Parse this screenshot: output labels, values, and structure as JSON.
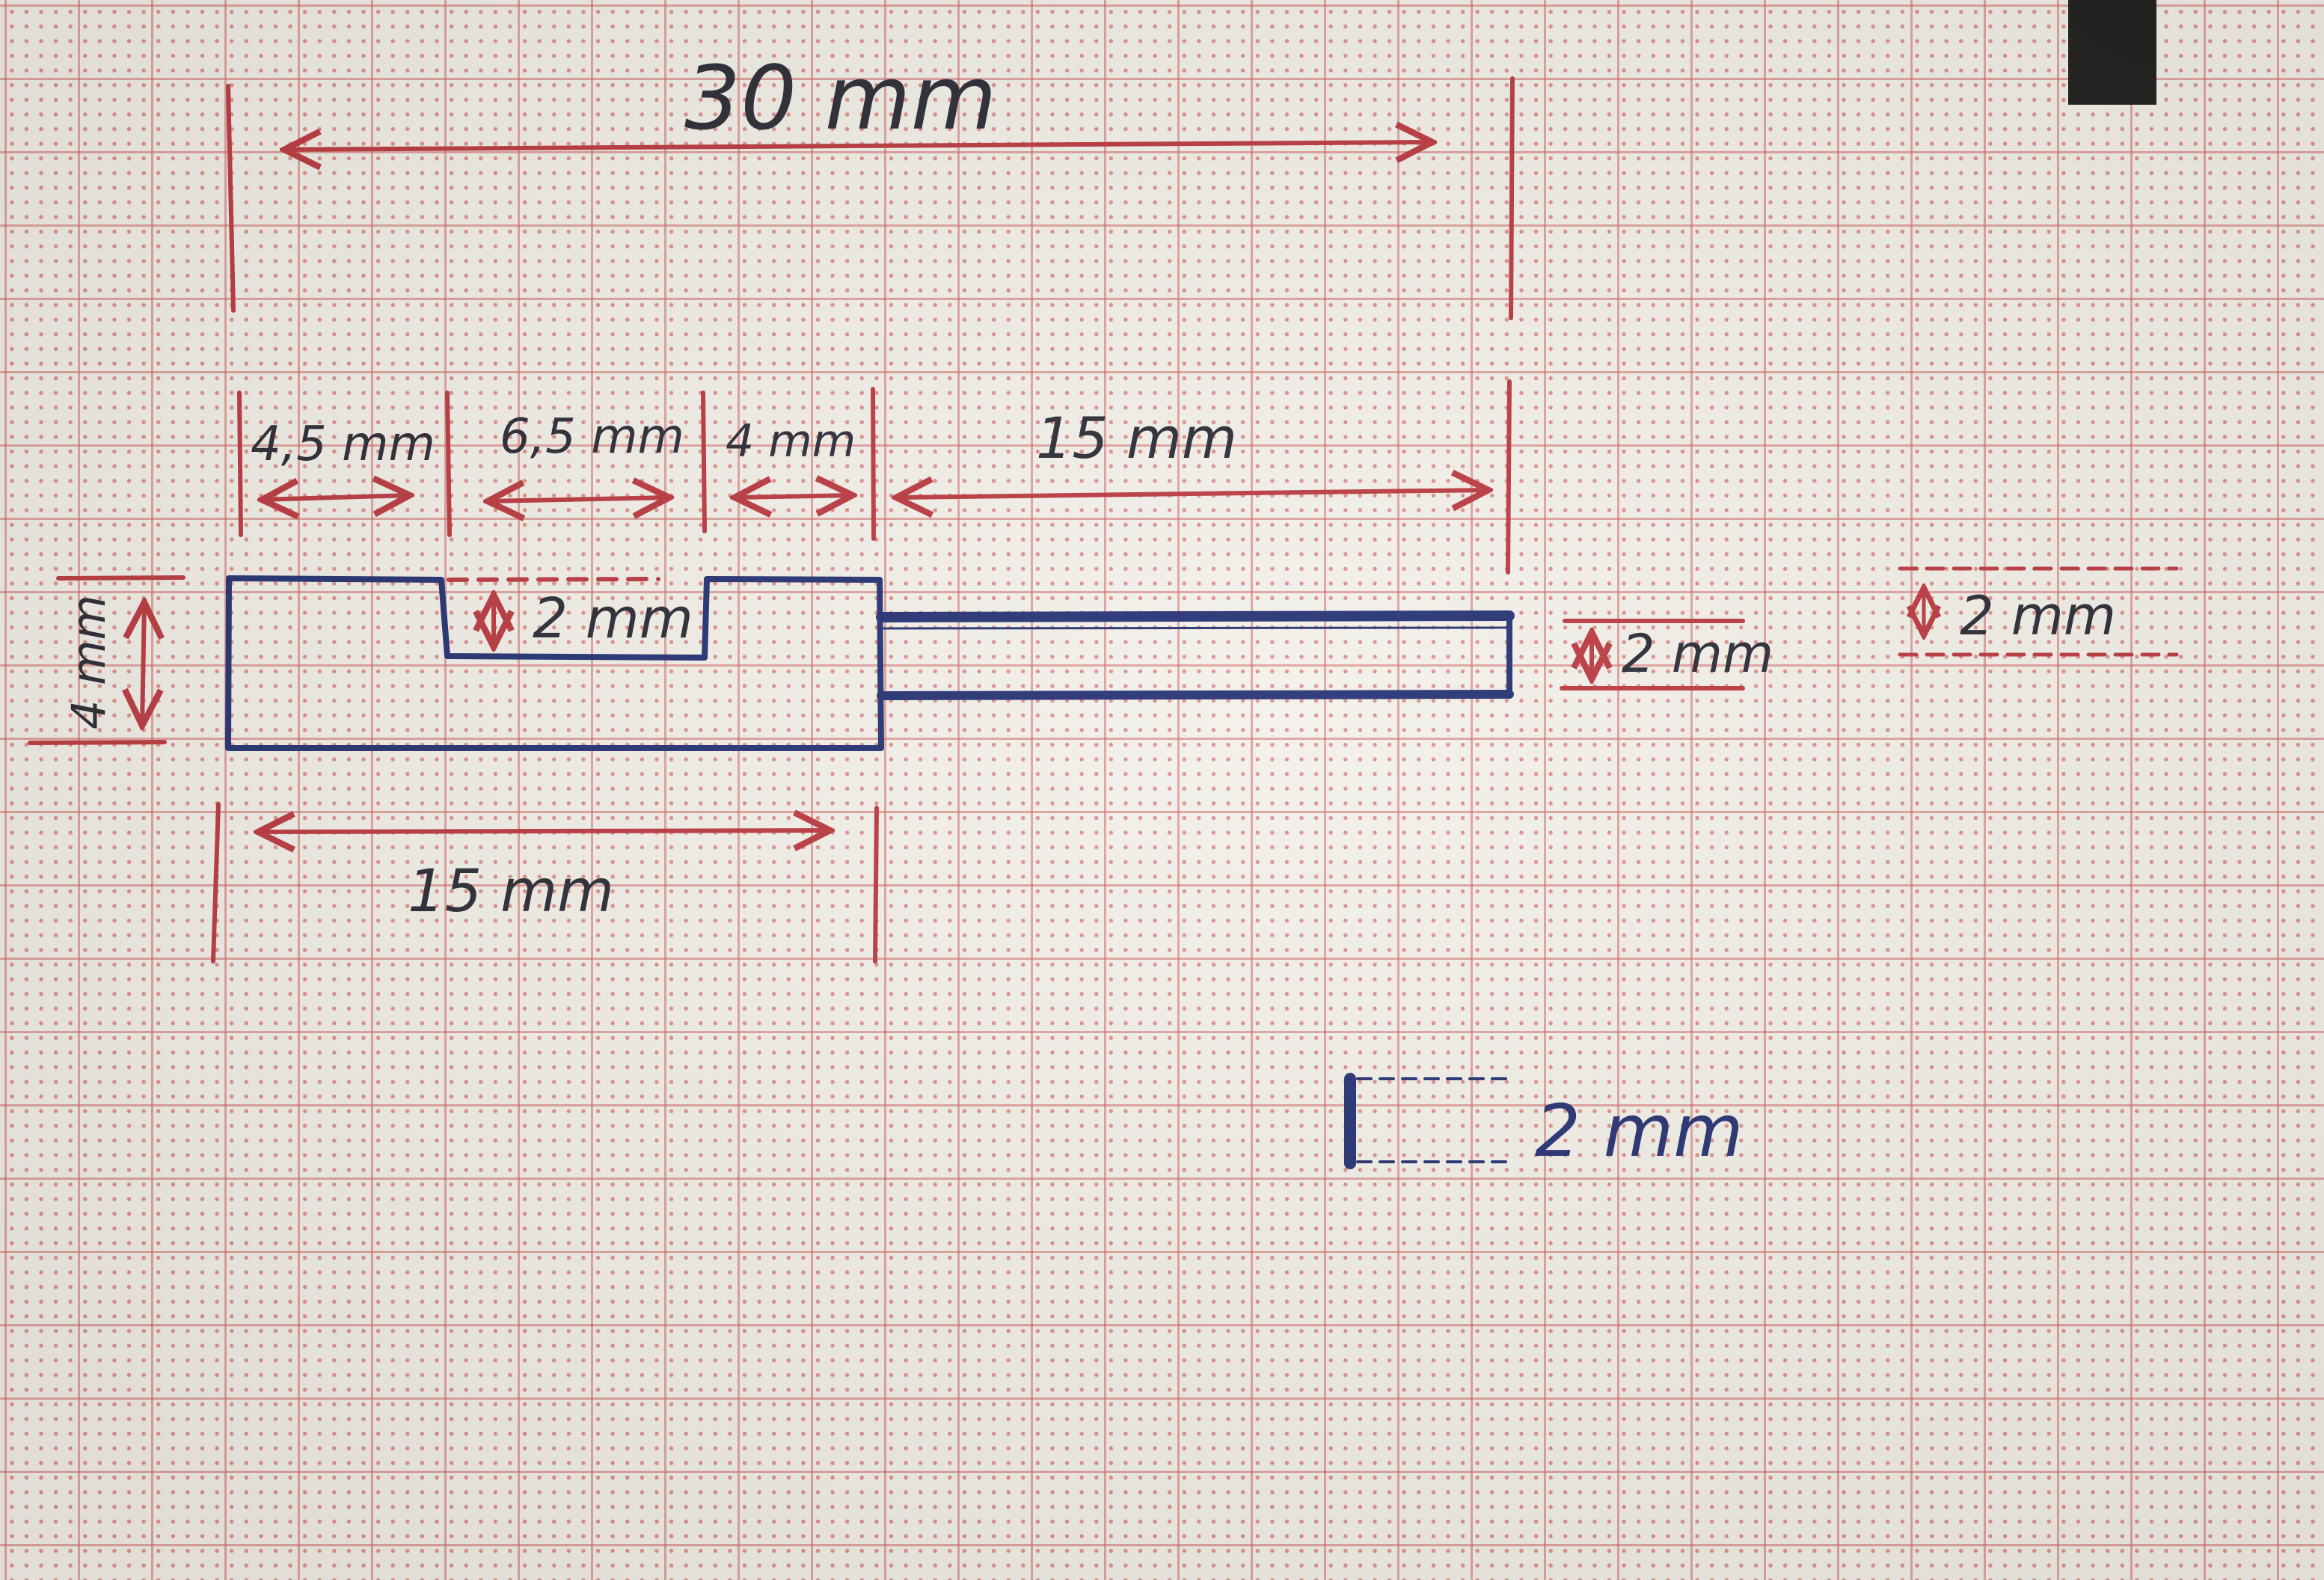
{
  "dimensions": {
    "overall_length": "30 mm",
    "segment_1": "4,5 mm",
    "segment_2": "6,5 mm",
    "segment_3": "4 mm",
    "segment_4": "15 mm",
    "body_height": "4 mm",
    "notch_depth": "2 mm",
    "pin_height": "2 mm",
    "lower_length": "15 mm"
  },
  "legend": {
    "red_dashed_label": "2 mm",
    "blue_dashed_label": "2 mm"
  },
  "colors": {
    "dimension_lines": "#b8323a",
    "outline": "#1c2a6e",
    "paper": "#f3f0ea",
    "grid": "#cd5f5a"
  }
}
